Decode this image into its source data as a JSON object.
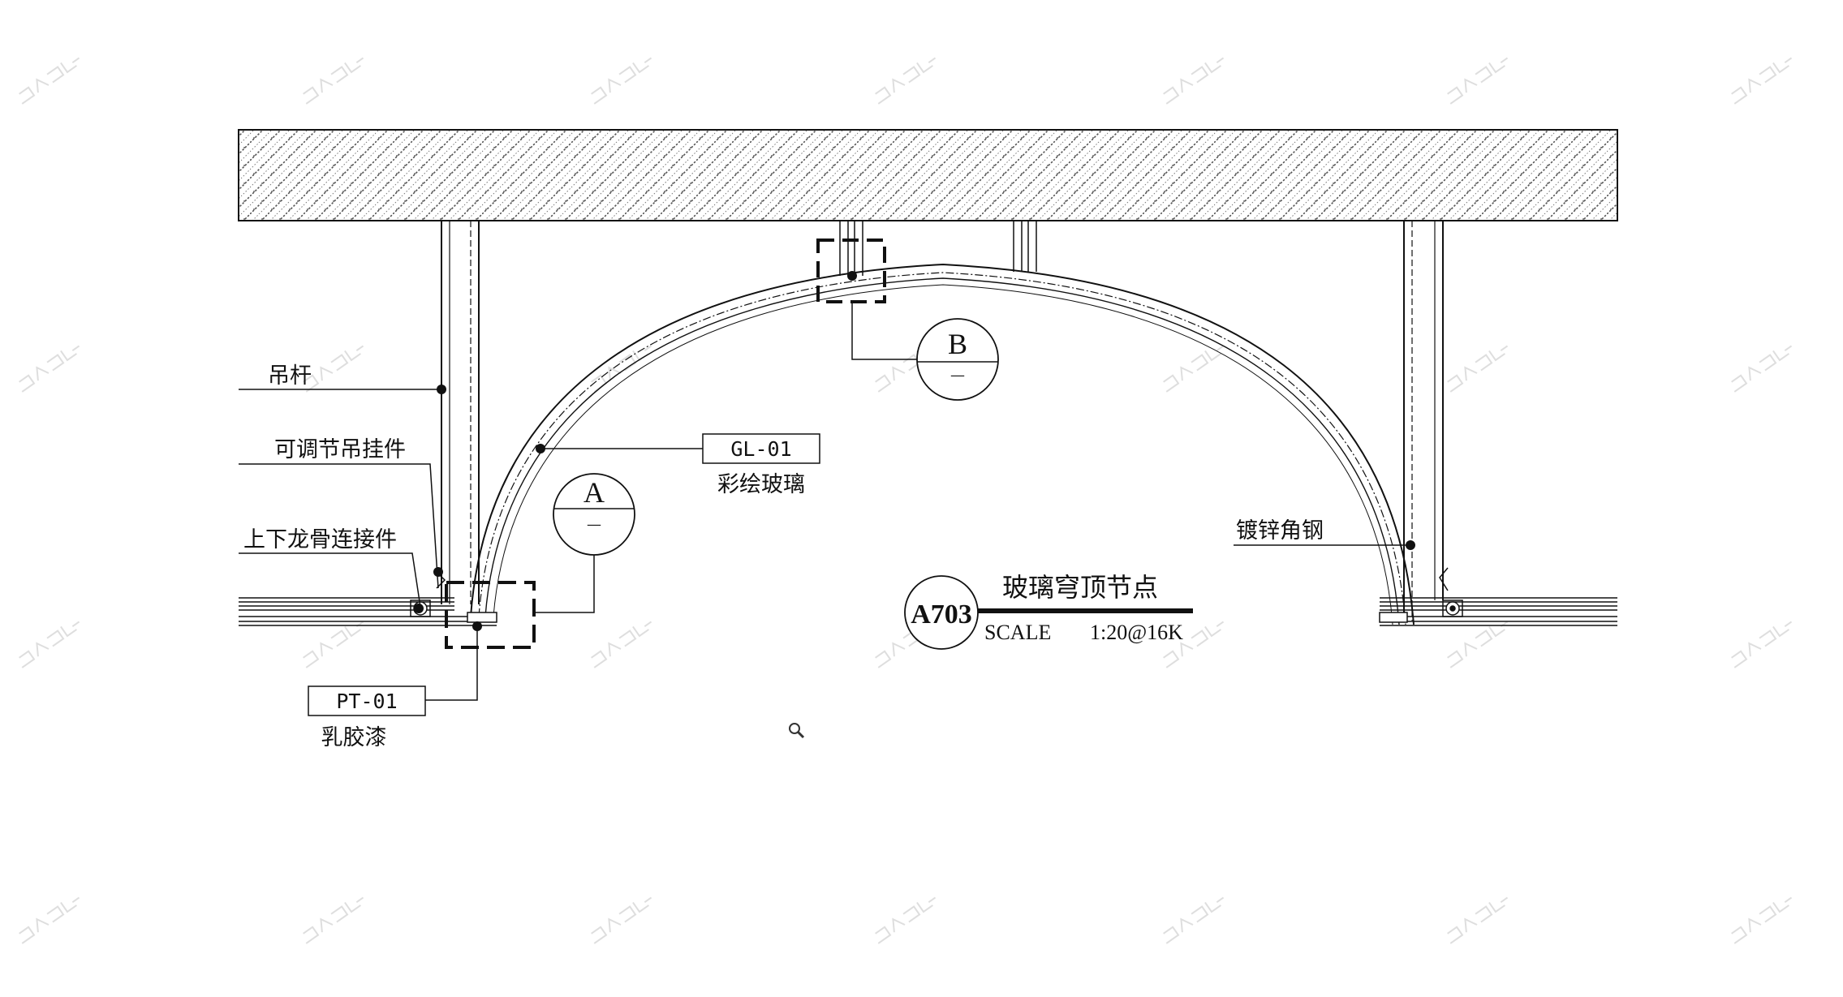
{
  "drawing": {
    "callouts": {
      "hanger_rod": "吊杆",
      "adjustable_hanger": "可调节吊挂件",
      "keel_connector": "上下龙骨连接件",
      "galvanized_angle": "镀锌角钢"
    },
    "tags": {
      "glass": {
        "code": "GL-01",
        "name": "彩绘玻璃"
      },
      "paint": {
        "code": "PT-01",
        "name": "乳胶漆"
      }
    },
    "details": {
      "a": {
        "letter": "A",
        "sheet": "—"
      },
      "b": {
        "letter": "B",
        "sheet": "—"
      }
    },
    "title_block": {
      "number": "A703",
      "title": "玻璃穹顶节点",
      "scale_label": "SCALE",
      "scale_value": "1:20@16K"
    },
    "colors": {
      "line": "#111111",
      "background": "#ffffff"
    },
    "icons": {
      "zoom": "magnifier-icon"
    }
  }
}
